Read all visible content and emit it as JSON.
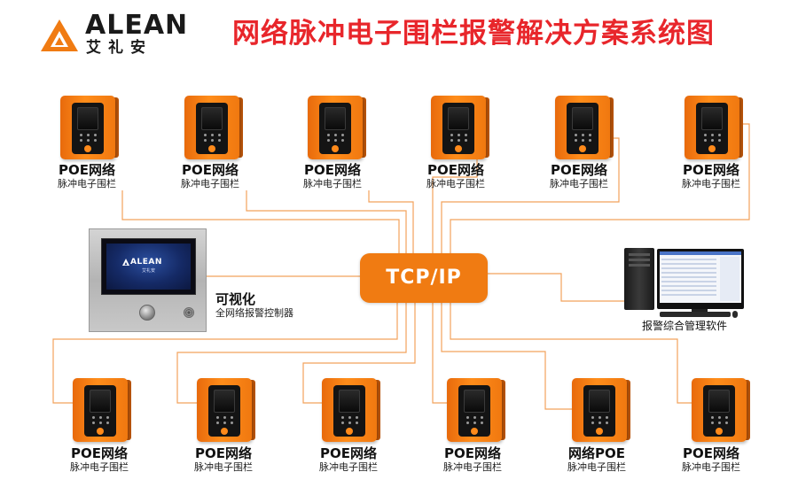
{
  "header": {
    "brand_en": "ALEAN",
    "brand_cn": "艾礼安",
    "title": "网络脉冲电子围栏报警解决方案系统图"
  },
  "hub": {
    "label": "TCP/IP"
  },
  "colors": {
    "accent": "#f07b12",
    "title": "#e8262b",
    "wire": "#f2a25c"
  },
  "top_devices": [
    {
      "name": "POE网络",
      "desc": "脉冲电子围栏"
    },
    {
      "name": "POE网络",
      "desc": "脉冲电子围栏"
    },
    {
      "name": "POE网络",
      "desc": "脉冲电子围栏"
    },
    {
      "name": "POE网络",
      "desc": "脉冲电子围栏"
    },
    {
      "name": "POE网络",
      "desc": "脉冲电子围栏"
    },
    {
      "name": "POE网络",
      "desc": "脉冲电子围栏"
    }
  ],
  "bottom_devices": [
    {
      "name": "POE网络",
      "desc": "脉冲电子围栏"
    },
    {
      "name": "POE网络",
      "desc": "脉冲电子围栏"
    },
    {
      "name": "POE网络",
      "desc": "脉冲电子围栏"
    },
    {
      "name": "POE网络",
      "desc": "脉冲电子围栏"
    },
    {
      "name": "网络POE",
      "desc": "脉冲电子围栏"
    },
    {
      "name": "POE网络",
      "desc": "脉冲电子围栏"
    }
  ],
  "controller": {
    "title": "可视化",
    "subtitle": "全网络报警控制器",
    "screen_logo": "ALEAN",
    "screen_logo_cn": "艾礼安"
  },
  "software": {
    "label": "报警综合管理软件"
  }
}
